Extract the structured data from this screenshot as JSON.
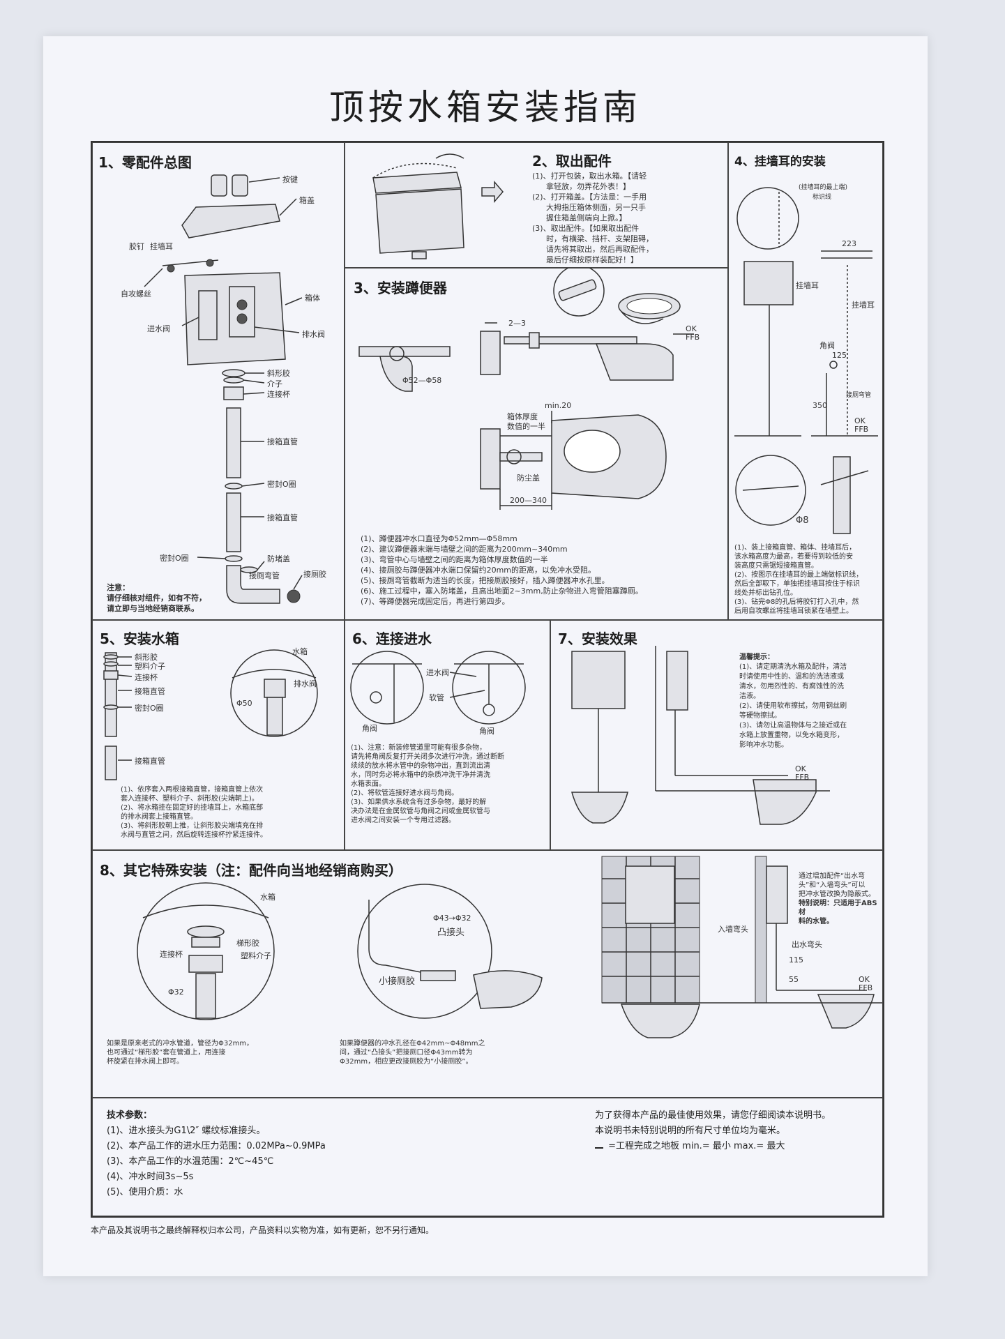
{
  "title": "顶按水箱安装指南",
  "s1": {
    "title": "1、零配件总图",
    "labels": {
      "button": "按键",
      "lid": "箱盖",
      "nail": "胶钉",
      "ear": "挂墙耳",
      "screw": "自攻螺丝",
      "body": "箱体",
      "inlet": "进水阀",
      "drain": "排水阀",
      "wedge": "斜形胶",
      "spacer": "介子",
      "cup": "连接杯",
      "pipe1": "接箱直管",
      "oring1": "密封O圈",
      "pipe2": "接箱直管",
      "oring2": "密封O圈",
      "plug": "防堵盖",
      "elbow": "接厕弯管",
      "rubber": "接厕胶"
    },
    "note_title": "注意：",
    "note_lines": [
      "请仔细核对组件，如有不符，",
      "请立即与当地经销商联系。"
    ]
  },
  "s2": {
    "title": "2、取出配件",
    "lines": [
      "(1)、打开包装，取出水箱。【请轻",
      "拿轻放，勿弄花外表！】",
      "(2)、打开箱盖。【方法是：一手用",
      "大拇指压箱体侧面，另一只手",
      "握住箱盖侧端向上掀。】",
      "(3)、取出配件。【如果取出配件",
      "时，有横梁、挡杆、支架阻碍，",
      "请先将其取出，然后再取配件，",
      "最后仔细按原样装配好！】"
    ]
  },
  "s3": {
    "title": "3、安装蹲便器",
    "labels": {
      "diam": "Φ52—Φ58",
      "gap": "2—3",
      "thick1": "箱体厚度",
      "thick2": "数值的一半",
      "min20": "min.20",
      "cover": "防尘盖",
      "range": "200—340",
      "ok": "OK",
      "ffb": "FFB"
    },
    "lines": [
      "(1)、蹲便器冲水口直径为Φ52mm—Φ58mm",
      "(2)、建议蹲便器末端与墙壁之间的距离为200mm~340mm",
      "(3)、弯管中心与墙壁之间的距离为箱体厚度数值的一半",
      "(4)、接厕胶与蹲便器冲水端口保留约20mm的距离，以免冲水受阻。",
      "(5)、接厕弯管截断为适当的长度，把接厕胶接好，插入蹲便器冲水孔里。",
      "(6)、施工过程中，塞入防堵盖，且高出地面2~3mm,防止杂物进入弯管阻塞蹲厕。",
      "(7)、等蹲便器完成固定后，再进行第四步。"
    ]
  },
  "s4": {
    "title": "4、挂墙耳的安装",
    "labels": {
      "mark": "(挂墙耳的最上端)",
      "mark2": "标识线",
      "ear": "挂墙耳",
      "ear2": "挂墙耳",
      "dim223": "223",
      "valve": "角阀",
      "dim125": "125",
      "dim350": "350",
      "pipe": "接厕弯管",
      "ok": "OK",
      "ffb": "FFB",
      "phi8": "Φ8"
    },
    "lines": [
      "(1)、装上接箱直管、箱体、挂墙耳后，",
      "该水箱高度为最高，若要得到较低的安",
      "装高度只需锯短接箱直管。",
      "(2)、按图示在挂墙耳的最上端做标识线，",
      "然后全部取下，单独把挂墙耳按住于标识",
      "线处并标出钻孔位。",
      "(3)、钻完Φ8的孔后将胶钉打入孔中，然",
      "后用自攻螺丝将挂墙耳锁紧在墙壁上。"
    ]
  },
  "s5": {
    "title": "5、安装水箱",
    "labels": {
      "wedge": "斜形胶",
      "plastic": "塑料介子",
      "cup": "连接杯",
      "pipe1": "接箱直管",
      "oring": "密封O圈",
      "pipe2": "接箱直管",
      "tank": "水箱",
      "drain": "排水阀",
      "phi50": "Φ50"
    },
    "lines": [
      "(1)、依序套入两根接箱直管，接箱直管上依次",
      "套入连接杯、塑料介子、斜形胶(尖端朝上)。",
      "(2)、将水箱挂在固定好的挂墙耳上，水箱底部",
      "的排水阀套上接箱直管。",
      "(3)、将斜形胶朝上推，让斜形胶尖端填充在排",
      "水阀与直管之间，然后旋转连接杯拧紧连接件。"
    ]
  },
  "s6": {
    "title": "6、连接进水",
    "labels": {
      "inlet": "进水阀",
      "hose": "软管",
      "valve1": "角阀",
      "valve2": "角阀"
    },
    "lines": [
      "(1)、注意：新装修管道里可能有很多杂物，",
      "请先将角阀反复打开关闭多次进行冲洗，通过断断",
      "续续的放水将水管中的杂物冲出，直到流出清",
      "水，同时务必将水箱中的杂质冲洗干净并清洗",
      "水箱表面。",
      "(2)、将软管连接好进水阀与角阀。",
      "(3)、如果供水系统含有过多杂物，最好的解",
      "决办法是在金属软管与角阀之间或金属软管与",
      "进水阀之间安装一个专用过滤器。"
    ]
  },
  "s7": {
    "title": "7、安装效果",
    "ok": "OK",
    "ffb": "FFB",
    "tips_title": "温馨提示：",
    "lines": [
      "(1)、请定期清洗水箱及配件，清洁",
      "时请使用中性的、温和的洗洁液或",
      "清水，勿用烈性的、有腐蚀性的洗",
      "洁液。",
      "(2)、请使用软布擦拭，勿用钢丝刷",
      "等硬物擦拭。",
      "(3)、请勿让高温物体与之接近或在",
      "水箱上放置重物，以免水箱变形，",
      "影响冲水功能。"
    ]
  },
  "s8": {
    "title": "8、其它特殊安装（注：配件向当地经销商购买）",
    "labels": {
      "tank": "水箱",
      "wedge": "梯形胶",
      "cup": "连接杯",
      "plastic": "塑料介子",
      "phi32": "Φ32",
      "size": "Φ43→Φ32",
      "adapter": "凸接头",
      "small": "小接厕胶",
      "inelbow": "入墙弯头",
      "outelbow": "出水弯头",
      "d115": "115",
      "d55": "55",
      "ok": "OK",
      "ffb": "FFB"
    },
    "note1": [
      "如果是原来老式的冲水管道，管径为Φ32mm，",
      "也可通过“梯形胶”套在管道上，用连接",
      "杯旋紧在排水阀上即可。"
    ],
    "note2": [
      "如果蹲便器的冲水孔径在Φ42mm~Φ48mm之",
      "间，通过“凸接头”把接厕口径Φ43mm转为",
      "Φ32mm，相应更改接厕胶为“小接厕胶”。"
    ],
    "note3": [
      "通过增加配件“出水弯",
      "头”和“入墙弯头”可以",
      "把冲水管改换为隐蔽式。",
      "特别说明：只适用于ABS材",
      "料的水管。"
    ]
  },
  "tech": {
    "title": "技术参数：",
    "lines": [
      "(1)、进水接头为G1\\2″ 螺纹标准接头。",
      "(2)、本产品工作的进水压力范围：0.02MPa~0.9MPa",
      "(3)、本产品工作的水温范围：2℃~45℃",
      "(4)、冲水时间3s~5s",
      "(5)、使用介质：水"
    ],
    "right_lines": [
      "为了获得本产品的最佳使用效果，请您仔细阅读本说明书。",
      "本说明书未特别说明的所有尺寸单位均为毫米。",
      "=工程完成之地板  min.= 最小  max.= 最大"
    ]
  },
  "footer": "本产品及其说明书之最终解释权归本公司，产品资料以实物为准，如有更新，恕不另行通知。"
}
